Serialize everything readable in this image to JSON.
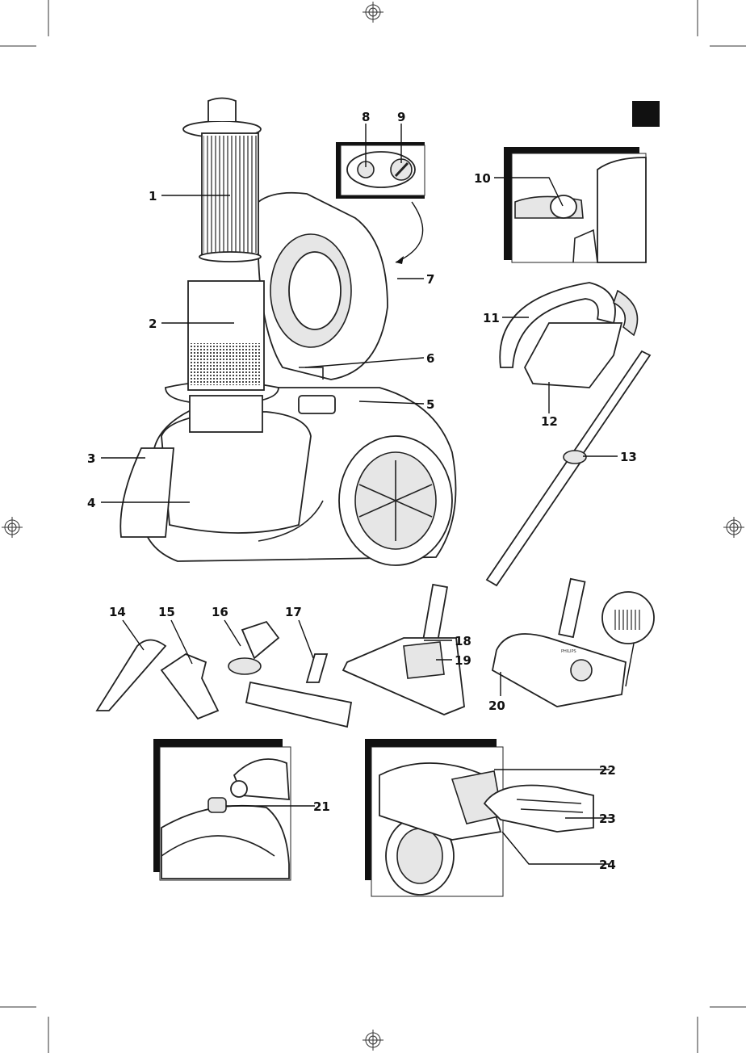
{
  "labels": [
    "1",
    "2",
    "3",
    "4",
    "5",
    "6",
    "7",
    "8",
    "9",
    "10",
    "11",
    "12",
    "13",
    "14",
    "15",
    "16",
    "17",
    "18",
    "19",
    "20",
    "21",
    "22",
    "23",
    "24"
  ],
  "brand_text": "PHILIPS",
  "colors": {
    "ink": "#111111",
    "marker": "#222222"
  }
}
